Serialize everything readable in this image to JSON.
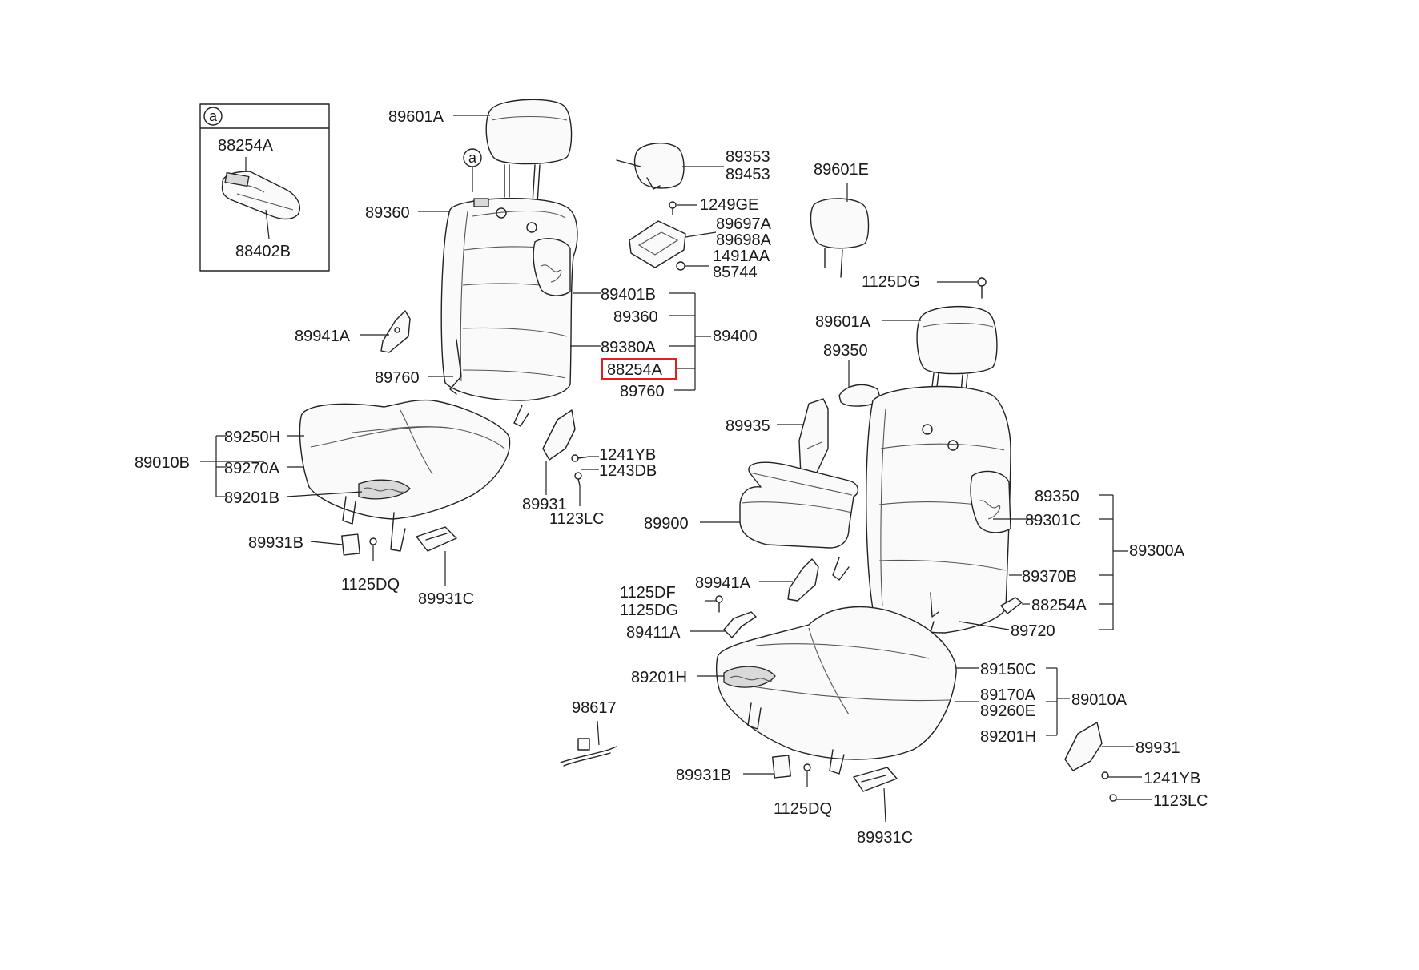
{
  "inset": {
    "badge": "a",
    "label_top": "88254A",
    "label_bottom": "88402B"
  },
  "left_seat": {
    "badge": "a",
    "labels": {
      "headrest": "89601A",
      "back_frame": "89360",
      "bracket": "89941A",
      "hinge": "89760",
      "cushion_cover": "89250H",
      "cushion_assy": "89010B",
      "cushion_pad": "89270A",
      "cushion_frame": "89201B",
      "cap": "89931B",
      "screw": "1125DQ",
      "cover_c": "89931C",
      "side_cover": "89931",
      "bolt_a": "1241YB",
      "bolt_b": "1243DB",
      "bolt_c": "1123LC"
    }
  },
  "back_group": {
    "total": "89400",
    "items": [
      "89401B",
      "89360",
      "89380A",
      "88254A",
      "89760"
    ],
    "highlight": "88254A"
  },
  "center_parts": {
    "latch_a": "89353",
    "latch_b": "89453",
    "screw": "1249GE",
    "bracket_a": "89697A",
    "bracket_b": "89698A",
    "clip": "1491AA",
    "pin": "85744"
  },
  "right_seat": {
    "labels": {
      "headrest_e": "89601E",
      "screw_dg": "1125DG",
      "headrest": "89601A",
      "back_frame_top": "89350",
      "armrest_cover": "89935",
      "armrest": "89900",
      "bracket": "89941A",
      "screw_df": "1125DF",
      "screw_dg2": "1125DG",
      "link": "89411A",
      "cushion_frame": "89201H",
      "belt": "98617",
      "cap": "89931B",
      "screw": "1125DQ",
      "cover_c": "89931C",
      "side_cover": "89931",
      "bolt_a": "1241YB",
      "bolt_c": "1123LC"
    },
    "back_group": {
      "total": "89300A",
      "items": [
        "89350",
        "89301C",
        "89370B",
        "88254A",
        "89720"
      ]
    },
    "cushion_group": {
      "total": "89010A",
      "items": [
        "89150C",
        "89170A",
        "89260E",
        "89201H"
      ]
    }
  }
}
